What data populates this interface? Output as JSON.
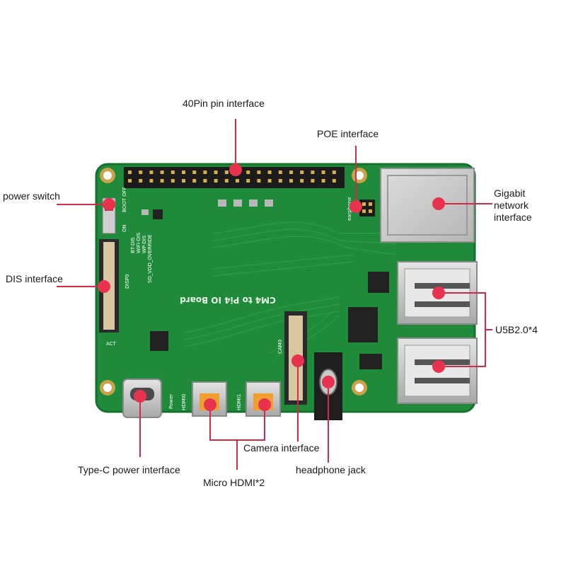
{
  "labels": {
    "pin40": "40Pin pin interface",
    "poe": "POE interface",
    "power_switch": "power switch",
    "gigabit": "Gigabit network interface",
    "dis": "DIS interface",
    "usb": "U5B2.0*4",
    "typec": "Type-C power interface",
    "camera": "Camera interface",
    "headphone": "headphone jack",
    "hdmi": "Micro HDMI*2"
  },
  "silkscreen": {
    "board_name": "CM4 to Pi4 IO Board",
    "disp0": "DISP0",
    "cam0": "CAM0",
    "hdmi0": "HDMI0",
    "hdmi1": "HDMI1",
    "power": "Power",
    "earphone": "earphone",
    "act": "ACT",
    "on": "ON",
    "boot_off": "BOOT OFF",
    "bt_dis": "BT-DIS",
    "wifi_dis": "WIFI-DIS",
    "wp_dis": "WP-DIS",
    "sd_vdd": "SD_VDD_OVERRIDE"
  },
  "colors": {
    "board": "#1f8a3a",
    "board_dark": "#166b2c",
    "marker": "#e8334f",
    "leader": "#d42a45",
    "metal": "#c8c8c8"
  }
}
